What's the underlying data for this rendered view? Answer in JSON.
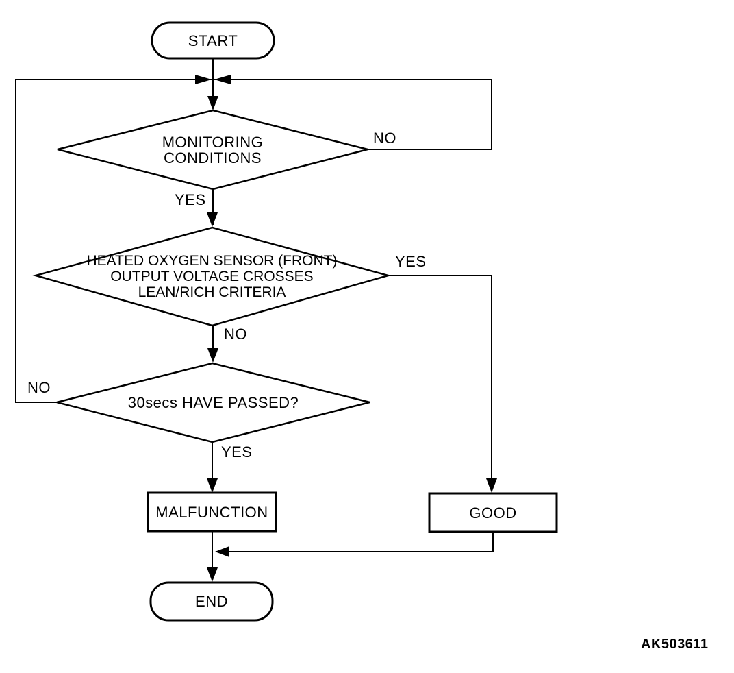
{
  "figure": {
    "code": "AK503611"
  },
  "flowchart": {
    "start": {
      "label": "START"
    },
    "decision_monitoring": {
      "line1": "MONITORING",
      "line2": "CONDITIONS",
      "no_label": "NO",
      "yes_label": "YES"
    },
    "decision_sensor": {
      "line1": "HEATED OXYGEN SENSOR (FRONT)",
      "line2": "OUTPUT VOLTAGE CROSSES",
      "line3": "LEAN/RICH CRITERIA",
      "yes_label": "YES",
      "no_label": "NO"
    },
    "decision_timer": {
      "label": "30secs HAVE PASSED?",
      "no_label": "NO",
      "yes_label": "YES"
    },
    "malfunction": {
      "label": "MALFUNCTION"
    },
    "good": {
      "label": "GOOD"
    },
    "end": {
      "label": "END"
    },
    "colors": {
      "stroke": "#000000",
      "background": "#ffffff",
      "shape_fill": "#ffffff"
    }
  }
}
